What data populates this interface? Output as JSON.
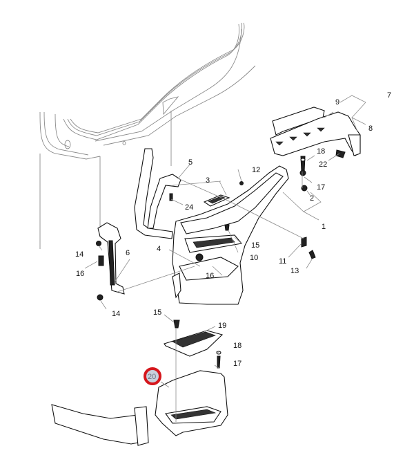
{
  "diagram": {
    "title": "Front step / running board mounting exploded view",
    "highlighted_callout": "20",
    "highlight_color": "#d5161c",
    "highlight_fill": "#c8d0dc",
    "callouts": [
      {
        "id": "1",
        "label": "1"
      },
      {
        "id": "2",
        "label": "2"
      },
      {
        "id": "3",
        "label": "3"
      },
      {
        "id": "4",
        "label": "4"
      },
      {
        "id": "5",
        "label": "5"
      },
      {
        "id": "6",
        "label": "6"
      },
      {
        "id": "7",
        "label": "7"
      },
      {
        "id": "8",
        "label": "8"
      },
      {
        "id": "9",
        "label": "9"
      },
      {
        "id": "10",
        "label": "10"
      },
      {
        "id": "11",
        "label": "11"
      },
      {
        "id": "12",
        "label": "12"
      },
      {
        "id": "13",
        "label": "13"
      },
      {
        "id": "14a",
        "label": "14"
      },
      {
        "id": "14b",
        "label": "14"
      },
      {
        "id": "15a",
        "label": "15"
      },
      {
        "id": "15b",
        "label": "15"
      },
      {
        "id": "16a",
        "label": "16"
      },
      {
        "id": "16b",
        "label": "16"
      },
      {
        "id": "17a",
        "label": "17"
      },
      {
        "id": "17b",
        "label": "17"
      },
      {
        "id": "18a",
        "label": "18"
      },
      {
        "id": "18b",
        "label": "18"
      },
      {
        "id": "19",
        "label": "19"
      },
      {
        "id": "20",
        "label": "20"
      },
      {
        "id": "22",
        "label": "22"
      },
      {
        "id": "24",
        "label": "24"
      }
    ]
  }
}
